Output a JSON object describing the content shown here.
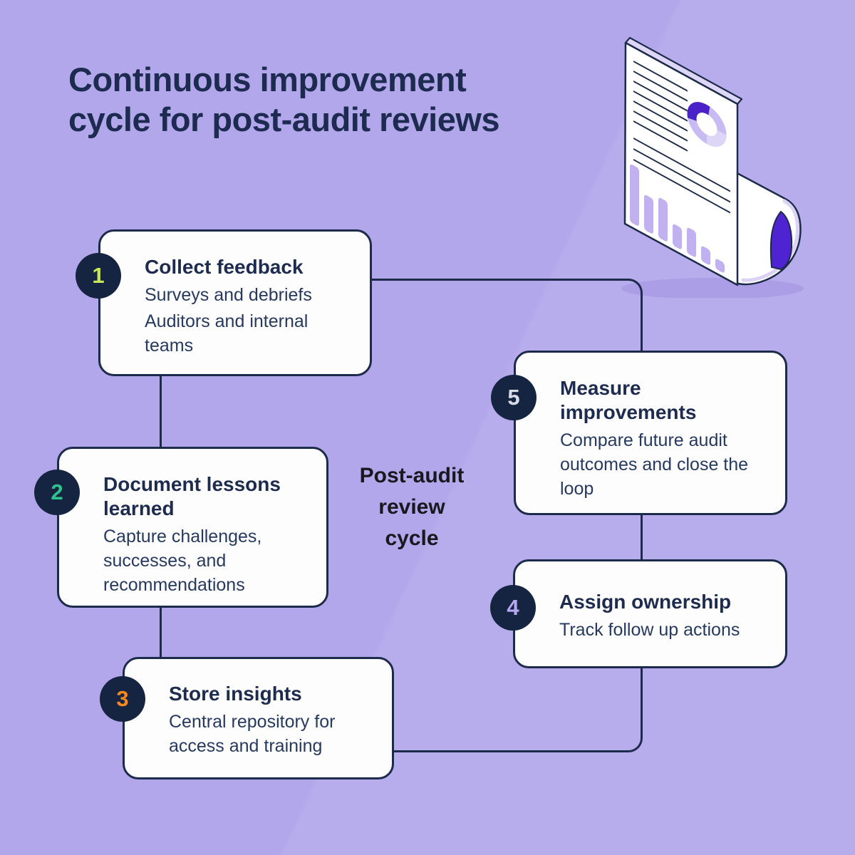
{
  "page": {
    "title": "Continuous improvement\ncycle for post-audit reviews",
    "center_label": "Post-audit\nreview\ncycle"
  },
  "colors": {
    "background": "#b3a7eb",
    "card_background": "#fdfdfe",
    "outline_navy": "#1d2b4a",
    "title_text": "#1d2b50",
    "body_text": "#26395f",
    "center_label_text": "#18181f",
    "badge_background": "#152441",
    "illustration_accent_purple": "#4f23d2",
    "illustration_light_purple": "#c1b1f0",
    "illustration_lavender": "#ded6f6"
  },
  "steps": [
    {
      "number": "1",
      "number_color": "#c9e858",
      "title": "Collect feedback",
      "lines": [
        "Surveys and debriefs",
        "Auditors and internal teams"
      ]
    },
    {
      "number": "2",
      "number_color": "#2fc28e",
      "title": "Document lessons learned",
      "lines": [
        "Capture challenges, successes, and recommendations"
      ]
    },
    {
      "number": "3",
      "number_color": "#f6881f",
      "title": "Store insights",
      "lines": [
        "Central repository for access and training"
      ]
    },
    {
      "number": "4",
      "number_color": "#b7a7f3",
      "title": "Assign ownership",
      "lines": [
        "Track follow up actions"
      ]
    },
    {
      "number": "5",
      "number_color": "#d9dce7",
      "title": "Measure improvements",
      "lines": [
        "Compare future audit outcomes and close the loop"
      ]
    }
  ],
  "illustration": {
    "name": "folded report page with donut chart and bar chart"
  }
}
